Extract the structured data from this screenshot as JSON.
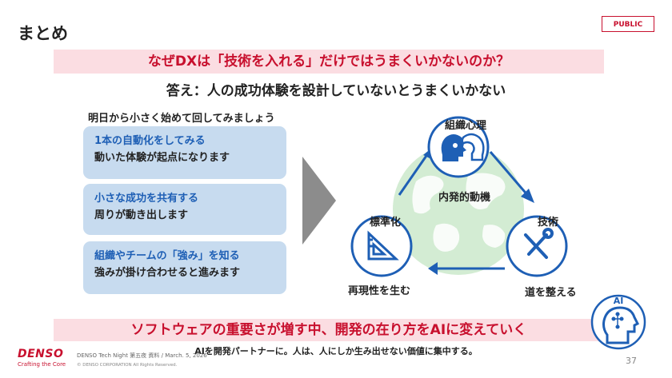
{
  "header": {
    "title": "まとめ",
    "badge": "PUBLIC"
  },
  "question": "なぜDXは「技術を入れる」だけではうまくいかないのか？",
  "answer": "答え：人の成功体験を設計していないとうまくいかない",
  "left": {
    "lead": "明日から小さく始めて回してみましょう",
    "cards": [
      {
        "heading": "1本の自動化をしてみる",
        "body": "動いた体験が起点になります"
      },
      {
        "heading": "小さな成功を共有する",
        "body": "周りが動き出します"
      },
      {
        "heading": "組織やチームの「強み」を知る",
        "body": "強みが掛け合わせると進みます"
      }
    ]
  },
  "cycle": {
    "top": "組織心理",
    "center": "内発的動機",
    "left": "標準化",
    "right": "技術",
    "bottom_left": "再現性を生む",
    "bottom_right": "道を整える",
    "accent": "#1e5fb5",
    "globe": "#cfe9cf"
  },
  "bottom": {
    "headline": "ソフトウェアの重要さが増す中、開発の在り方をAIに変えていく",
    "sub": "AIを開発パートナーに。人は、人にしか生み出せない価値に集中する。"
  },
  "ai_badge": "AI",
  "footer": {
    "logo": "DENSO",
    "tagline": "Crafting the Core",
    "meta": "DENSO Tech Night 第五夜 資料 / March. 5, 2026",
    "copyright": "© DENSO CORPORATION All Rights Reserved.",
    "page": "37"
  },
  "colors": {
    "brand_red": "#c8102e",
    "band_pink": "#fbdde2",
    "card_blue": "#c7dbef",
    "heading_blue": "#1e5fb5"
  }
}
